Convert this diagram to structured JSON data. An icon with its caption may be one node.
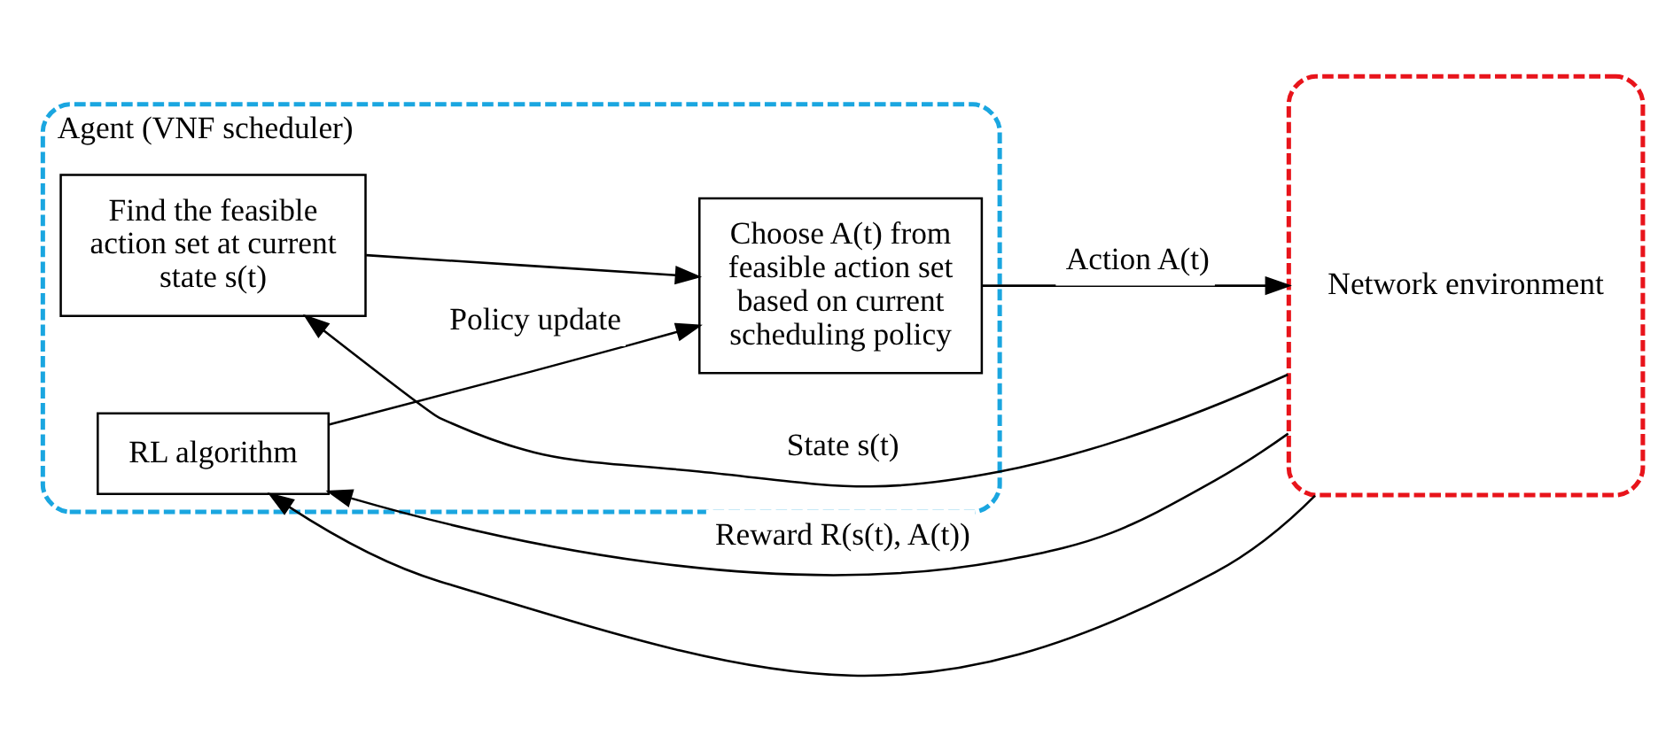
{
  "diagram": {
    "nodes": [
      {
        "text": [
          "Agent (VNF scheduler)"
        ]
      },
      {
        "text": [
          "Find the feasible action set at current state s(t)"
        ],
        "in": 0
      },
      {
        "text": [
          "Choose A(t) from feasible action set based on current scheduling policy"
        ],
        "in": 0
      },
      {
        "text": [
          "RL algorithm"
        ],
        "in": 0
      },
      {
        "text": [
          "Network environment"
        ]
      }
    ],
    "edges": [
      {
        "from": 1,
        "to": 2,
        "arrow": "to"
      },
      {
        "from": 2,
        "to": 4,
        "arrow": "to",
        "label": "Action A(t)"
      },
      {
        "from": 3,
        "to": 2,
        "arrow": "to",
        "label": "Policy update"
      },
      {
        "from": 4,
        "to": 3,
        "arrow": "to",
        "label": "Reward R(s(t), A(t))"
      },
      {
        "from": 4,
        "to": 1,
        "arrow": "to",
        "label": "State s(t)"
      },
      {
        "from": 4,
        "to": 3,
        "arrow": "to"
      }
    ]
  }
}
